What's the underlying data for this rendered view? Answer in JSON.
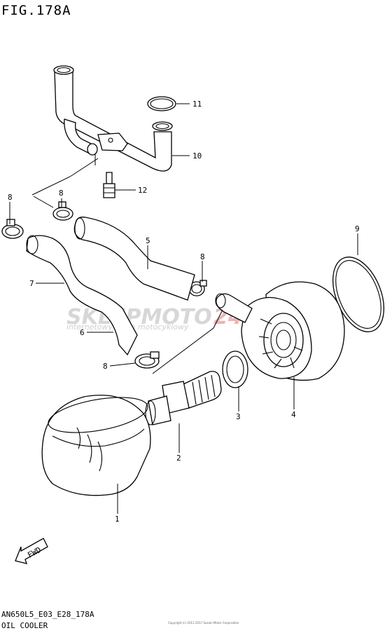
{
  "figure": {
    "title": "FIG.178A",
    "code": "AN650L5_E03_E28_178A",
    "name": "OIL COOLER"
  },
  "copyright": "Copyright (c) 2011-2017 Suzuki Motor Corporation",
  "watermark": {
    "brand_a": "SKLEPMOTO",
    "brand_b": "24.PL",
    "tagline": "internetowy sklep motocyklowy"
  },
  "fwd_label": "FWD",
  "callouts": [
    {
      "id": "11",
      "label": "11"
    },
    {
      "id": "10",
      "label": "10"
    },
    {
      "id": "12",
      "label": "12"
    },
    {
      "id": "8a",
      "label": "8"
    },
    {
      "id": "8b",
      "label": "8"
    },
    {
      "id": "9",
      "label": "9"
    },
    {
      "id": "5",
      "label": "5"
    },
    {
      "id": "8c",
      "label": "8"
    },
    {
      "id": "7",
      "label": "7"
    },
    {
      "id": "6",
      "label": "6"
    },
    {
      "id": "8d",
      "label": "8"
    },
    {
      "id": "3",
      "label": "3"
    },
    {
      "id": "4",
      "label": "4"
    },
    {
      "id": "2",
      "label": "2"
    },
    {
      "id": "1",
      "label": "1"
    }
  ]
}
